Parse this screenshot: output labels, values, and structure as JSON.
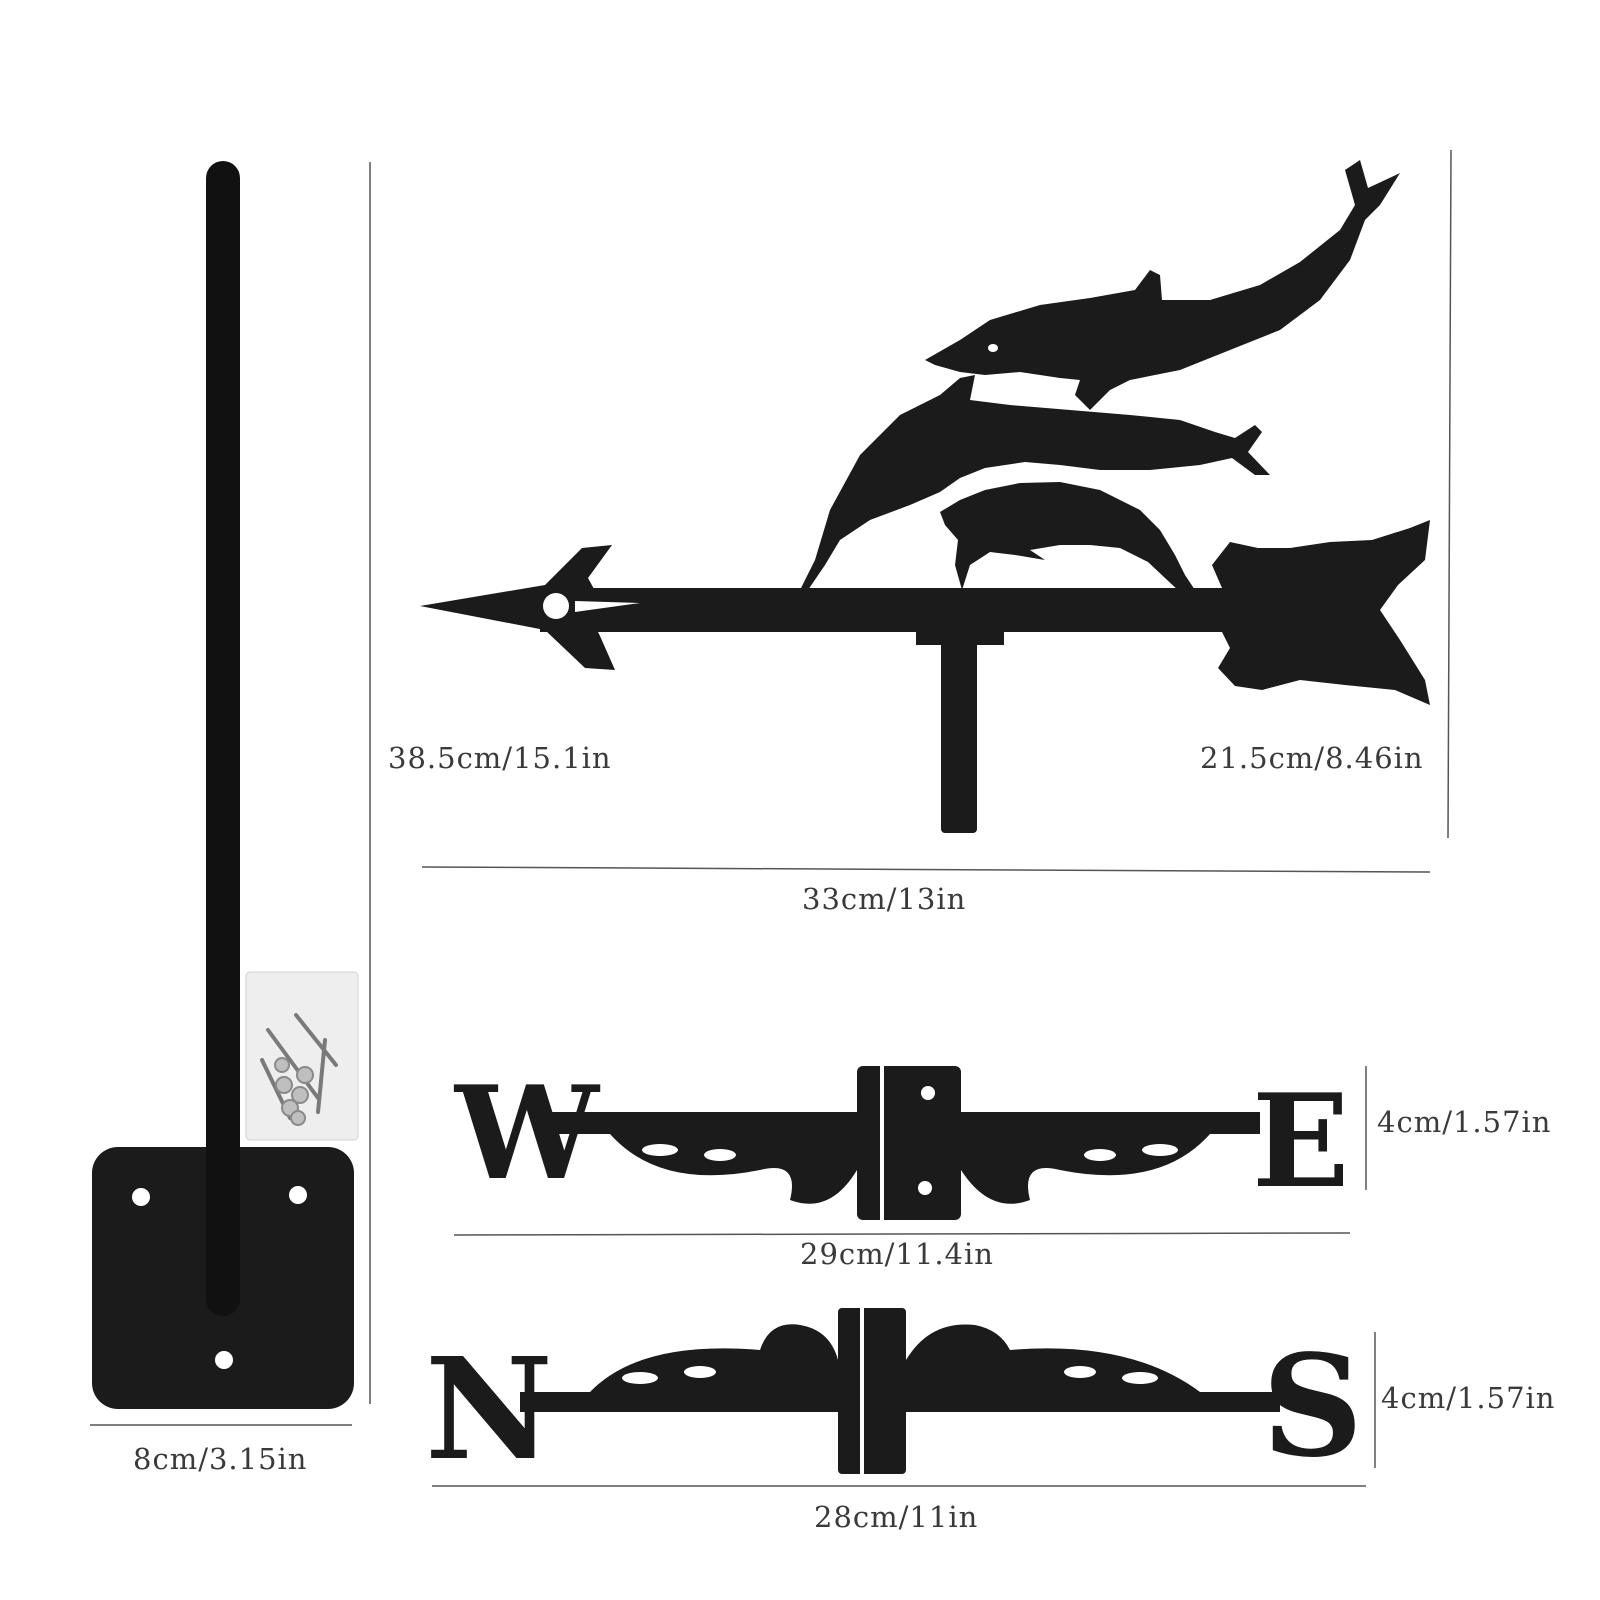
{
  "compass_letters": {
    "west": "W",
    "east": "E",
    "north": "N",
    "south": "S"
  },
  "dimensions": {
    "pole_base_width": "8cm/3.15in",
    "total_height": "38.5cm/15.1in",
    "vane_height": "21.5cm/8.46in",
    "vane_length": "33cm/13in",
    "we_length": "29cm/11.4in",
    "we_height": "4cm/1.57in",
    "ns_length": "28cm/11in",
    "ns_height": "4cm/1.57in"
  },
  "colors": {
    "metal": "#1b1b1b",
    "rule": "#555555",
    "text": "#3a3a3a",
    "bag": "#e9e9e9"
  }
}
